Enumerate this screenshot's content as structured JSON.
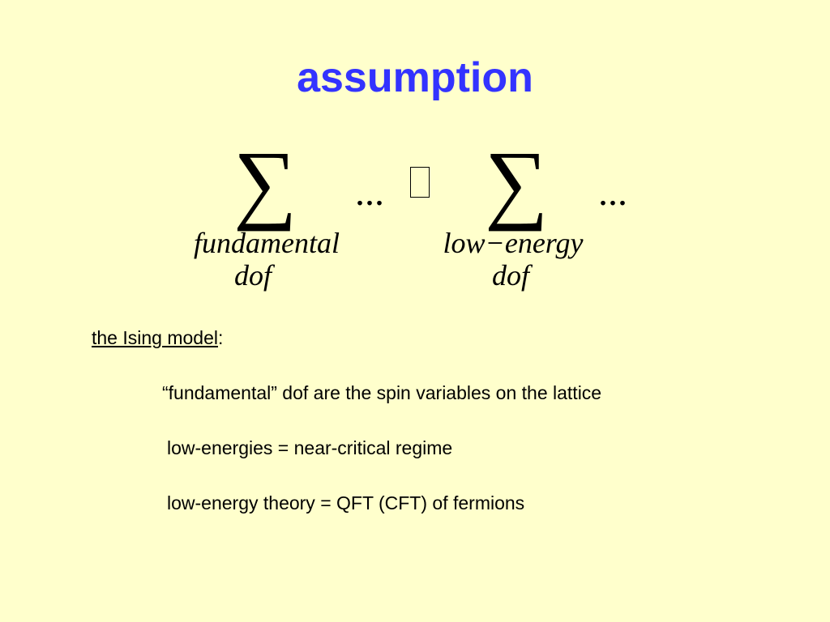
{
  "slide": {
    "title": "assumption",
    "formula": {
      "sum_symbol": "∑",
      "dots": "...",
      "relation_symbol": "",
      "left_sub_line1": "fundamental",
      "left_sub_line2": "dof",
      "right_sub_line1": "low−energy",
      "right_sub_line2": "dof"
    },
    "ising_label": "the Ising model",
    "ising_colon": ":",
    "points": [
      "“fundamental” dof are the spin variables on the lattice",
      "low-energies  =  near-critical regime",
      "low-energy theory = QFT (CFT) of fermions"
    ]
  },
  "colors": {
    "background": "#ffffcc",
    "title": "#3333ff",
    "text": "#000000"
  }
}
